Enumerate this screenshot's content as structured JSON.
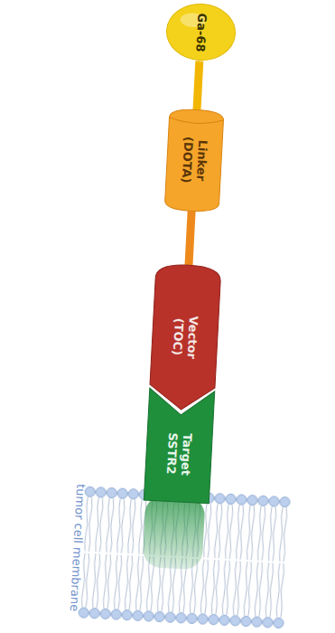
{
  "diagram": {
    "nodes": [
      {
        "text": [
          "Ga-68"
        ]
      },
      {
        "text": [
          "Linker (DOTA)"
        ]
      },
      {
        "text": [
          "Vector (TOC)"
        ]
      },
      {
        "text": [
          "Target SSTR2"
        ]
      }
    ],
    "edges": [
      {
        "from": 0,
        "to": 1,
        "arrow": "none"
      },
      {
        "from": 1,
        "to": 2,
        "arrow": "none"
      }
    ],
    "labels": [
      "tumor cell membrane"
    ]
  }
}
